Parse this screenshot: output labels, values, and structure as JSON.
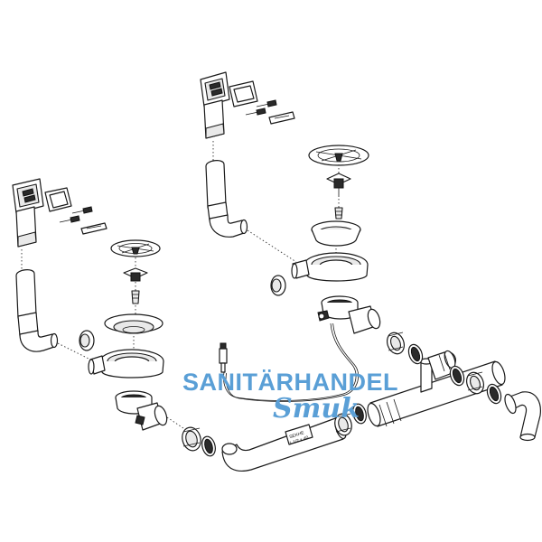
{
  "watermark": {
    "line1": "SANITÄRHANDEL",
    "line2": "Smuk"
  },
  "pipe_label": {
    "line1": "SEKHE",
    "line2": "1 1/2 x 40"
  },
  "colors": {
    "line": "#1a1a1a",
    "watermark": "#5a9fd6"
  }
}
